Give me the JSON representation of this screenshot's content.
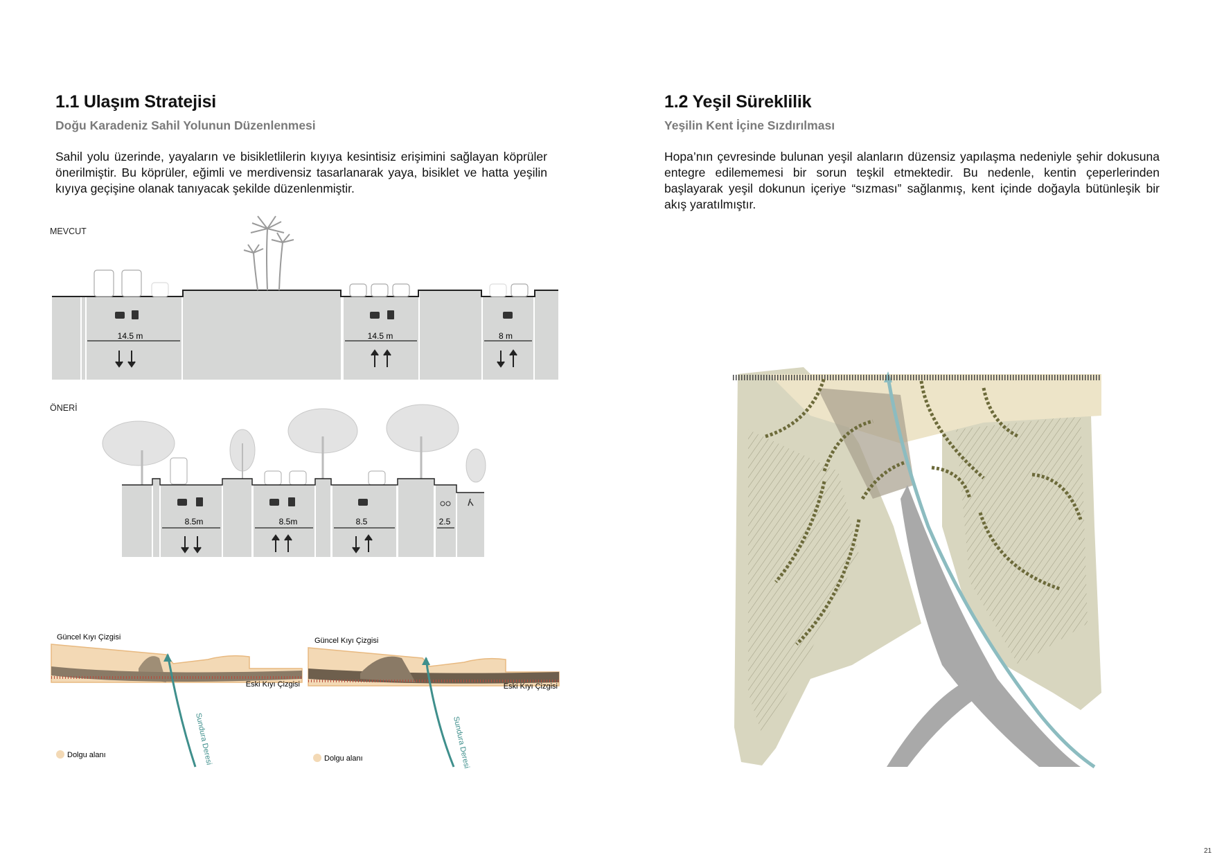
{
  "left": {
    "title": "1.1 Ulaşım Stratejisi",
    "subtitle": "Doğu Karadeniz Sahil Yolunun Düzenlenmesi",
    "paragraph": "Sahil yolu üzerinde, yayaların ve bisikletlilerin kıyıya kesintisiz erişimini sağlayan köprüler önerilmiştir. Bu köprüler, eğimli ve merdivensiz tasarlanarak yaya, bisiklet ve hatta yeşilin kıyıya geçişine olanak tanıyacak şekilde düzenlenmiştir.",
    "section_existing": {
      "label": "MEVCUT",
      "widths": [
        "14.5 m",
        "14.5 m",
        "8 m"
      ]
    },
    "section_proposed": {
      "label": "ÖNERİ",
      "widths": [
        "8.5m",
        "8.5m",
        "8.5",
        "2.5"
      ]
    },
    "maps": [
      {
        "current_shore": "Güncel Kıyı Çizgisi",
        "old_shore": "Eski Kıyı Çizgisi",
        "stream": "Sundura Deresi",
        "legend": "Dolgu alanı"
      },
      {
        "current_shore": "Güncel Kıyı Çizgisi",
        "old_shore": "Eski Kıyı Çizgisi",
        "stream": "Sundura Deresi",
        "legend": "Dolgu alanı"
      }
    ]
  },
  "right": {
    "title": "1.2 Yeşil Süreklilik",
    "subtitle": "Yeşilin Kent İçine Sızdırılması",
    "paragraph": "Hopa’nın çevresinde bulunan yeşil alanların düzensiz yapılaşma nedeniyle şehir dokusuna entegre edilememesi bir sorun teşkil etmektedir. Bu nedenle, kentin çeperlerinden başlayarak yeşil dokunun içeriye “sızması” sağlanmış, kent içinde doğayla bütünleşik bir akış yaratılmıştır."
  },
  "page_number": "21",
  "colors": {
    "section_fill": "#d6d7d6",
    "fill_area": "#f3d9b5",
    "stream": "#3f8f8c",
    "green_area": "#d8d6bf",
    "arrow": "#6c6a3a"
  }
}
